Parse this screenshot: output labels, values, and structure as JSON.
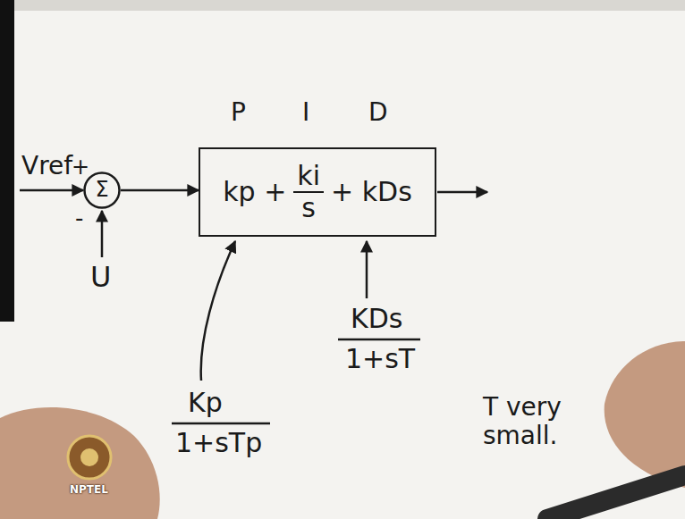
{
  "diagram": {
    "nodes": [
      {
        "text": [
          "Σ"
        ]
      },
      {
        "text": [
          "kp +",
          "ki",
          "s",
          "+ kDs"
        ]
      }
    ],
    "edges": [
      {
        "from": 0,
        "to": 1,
        "arrow": "to"
      }
    ],
    "labels": [
      "Vref",
      "+",
      "-",
      "U",
      "P",
      "I",
      "D",
      "Kp",
      "1+sTp",
      "KDs",
      "1+sT",
      "T very small.",
      "NPTEL"
    ]
  }
}
